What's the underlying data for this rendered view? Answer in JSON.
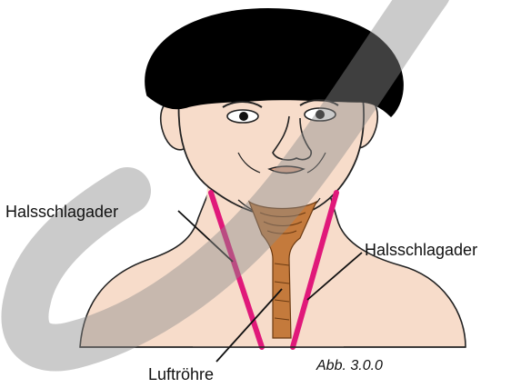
{
  "labels": {
    "left_artery": "Halsschlagader",
    "right_artery": "Halsschlagader",
    "trachea": "Luftröhre"
  },
  "caption": "Abb. 3.0.0",
  "colors": {
    "skin": "#f7dcca",
    "hair": "#000000",
    "artery": "#e0197a",
    "trachea": "#c47a3c",
    "watermark": "#8c8c8c"
  }
}
